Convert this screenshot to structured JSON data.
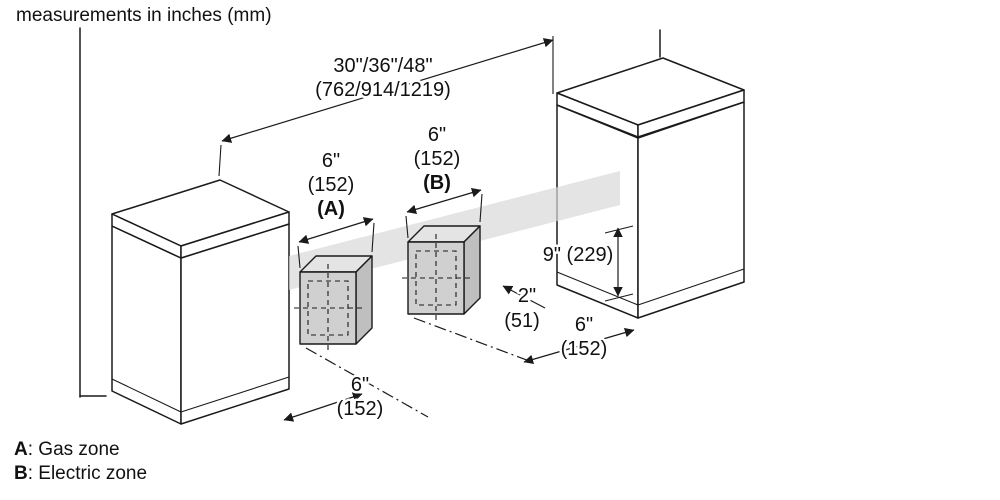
{
  "title": "measurements in inches (mm)",
  "legend": {
    "a_key": "A",
    "a_text": ": Gas zone",
    "b_key": "B",
    "b_text": ": Electric zone"
  },
  "dims": {
    "overall_in": "30\"/36\"/48\"",
    "overall_mm": "(762/914/1219)",
    "zone_a_in": "6\"",
    "zone_a_mm": "(152)",
    "zone_a_tag": "(A)",
    "zone_b_in": "6\"",
    "zone_b_mm": "(152)",
    "zone_b_tag": "(B)",
    "height": "9\" (229)",
    "gap_in": "2\"",
    "gap_mm": "(51)",
    "right_in": "6\"",
    "right_mm": "(152)",
    "left_in": "6\"",
    "left_mm": "(152)"
  },
  "colors": {
    "line": "#1a1a1a",
    "band": "#d9d9d9",
    "box_front": "#d0d0d0",
    "box_top": "#e4e4e4",
    "box_side": "#bfbfbf",
    "background": "#ffffff"
  }
}
